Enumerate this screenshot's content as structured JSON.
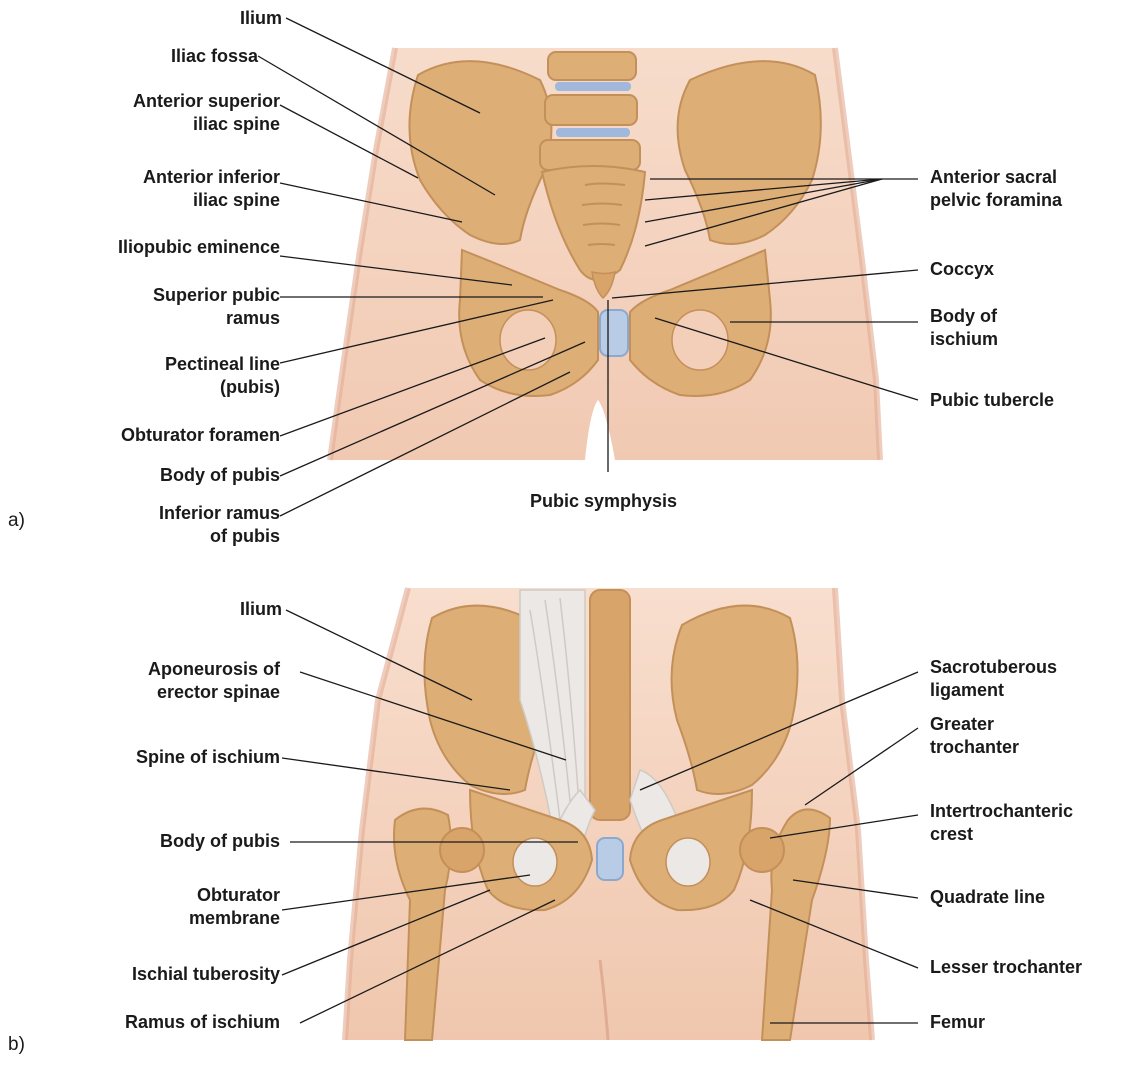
{
  "panels": {
    "a": {
      "letter": "a)",
      "labels": {
        "ilium": "Ilium",
        "iliac_fossa": "Iliac fossa",
        "asis": "Anterior superior\niliac spine",
        "aiis": "Anterior inferior\niliac spine",
        "iliopubic": "Iliopubic eminence",
        "sup_pubic_ramus": "Superior pubic\nramus",
        "pectineal": "Pectineal line\n(pubis)",
        "obturator_foramen": "Obturator foramen",
        "body_pubis": "Body of pubis",
        "inf_ramus": "Inferior ramus\nof pubis",
        "sacral_foramina": "Anterior sacral\npelvic foramina",
        "coccyx": "Coccyx",
        "body_ischium": "Body of\nischium",
        "pubic_tubercle": "Pubic tubercle",
        "pubic_symphysis": "Pubic symphysis"
      }
    },
    "b": {
      "letter": "b)",
      "labels": {
        "ilium": "Ilium",
        "aponeurosis": "Aponeurosis of\nerector spinae",
        "spine_ischium": "Spine of ischium",
        "body_pubis": "Body of pubis",
        "obturator_membrane": "Obturator\nmembrane",
        "ischial_tuberosity": "Ischial tuberosity",
        "ramus_ischium": "Ramus of ischium",
        "sacrotuberous": "Sacrotuberous\nligament",
        "greater_trochanter": "Greater\ntrochanter",
        "intertrochanteric": "Intertrochanteric\ncrest",
        "quadrate": "Quadrate line",
        "lesser_trochanter": "Lesser trochanter",
        "femur": "Femur"
      }
    }
  },
  "colors": {
    "skin": "#f5d6c2",
    "skin_shade": "#e8b9a0",
    "bone": "#dcaa72",
    "bone_dark": "#c18a52",
    "cartilage": "#9fb8dc",
    "ligament": "#e9e6e2"
  }
}
